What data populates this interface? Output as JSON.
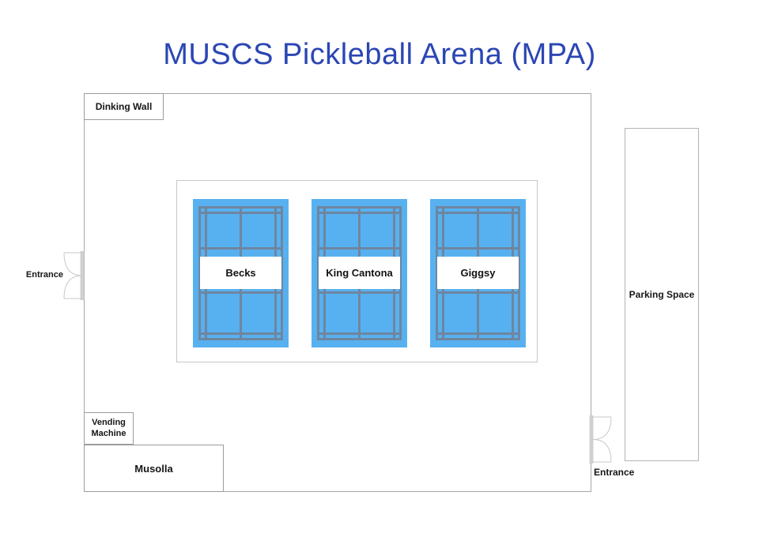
{
  "title": "MUSCS Pickleball Arena (MPA)",
  "labels": {
    "dinking_wall": "Dinking Wall",
    "entrance_left": "Entrance",
    "entrance_right": "Entrance",
    "vending_machine": "Vending Machine",
    "musolla": "Musolla",
    "parking_space": "Parking Space"
  },
  "courts": [
    {
      "name": "Becks"
    },
    {
      "name": "King Cantona"
    },
    {
      "name": "Giggsy"
    }
  ],
  "colors": {
    "title_blue": "#2b46b4",
    "court_blue": "#57b1f0",
    "court_line": "#6e86a0",
    "arena_border": "#a6a6a6",
    "hall_border": "#c8c8c8",
    "box_border": "#9c9c9c",
    "parking_border": "#b3b3b3",
    "door_stroke": "#c9c9c9",
    "door_frame": "#d0d0d0"
  }
}
